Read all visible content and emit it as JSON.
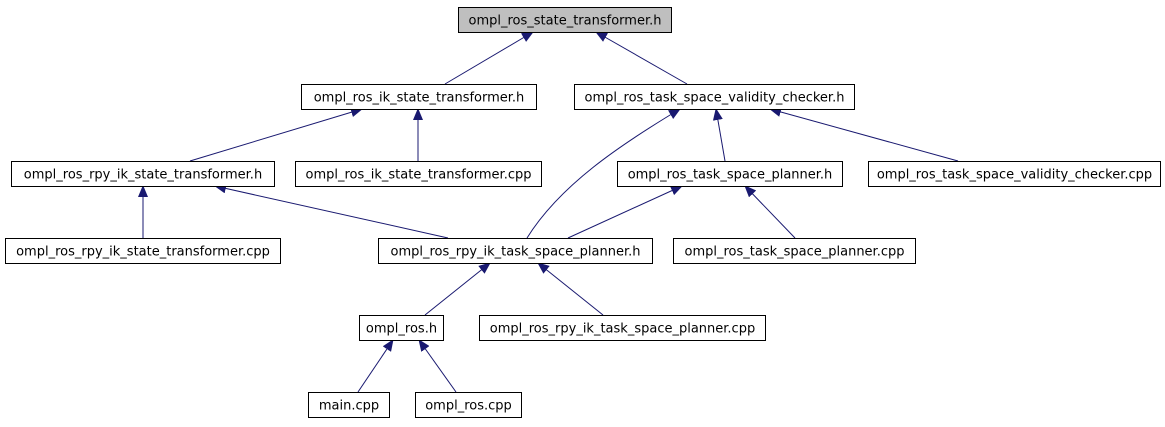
{
  "colors": {
    "edge": "#191970",
    "node_fill": "#ffffff",
    "root_fill": "#bfbfbf",
    "border": "#000000"
  },
  "nodes": [
    {
      "id": "ompl_ros_state_transformer_h",
      "label": "ompl_ros_state_transformer.h",
      "root": true
    },
    {
      "id": "ompl_ros_ik_state_transformer_h",
      "label": "ompl_ros_ik_state_transformer.h"
    },
    {
      "id": "ompl_ros_task_space_validity_checker_h",
      "label": "ompl_ros_task_space_validity_checker.h"
    },
    {
      "id": "ompl_ros_rpy_ik_state_transformer_h",
      "label": "ompl_ros_rpy_ik_state_transformer.h"
    },
    {
      "id": "ompl_ros_ik_state_transformer_cpp",
      "label": "ompl_ros_ik_state_transformer.cpp"
    },
    {
      "id": "ompl_ros_task_space_planner_h",
      "label": "ompl_ros_task_space_planner.h"
    },
    {
      "id": "ompl_ros_task_space_validity_checker_cpp",
      "label": "ompl_ros_task_space_validity_checker.cpp"
    },
    {
      "id": "ompl_ros_rpy_ik_state_transformer_cpp",
      "label": "ompl_ros_rpy_ik_state_transformer.cpp"
    },
    {
      "id": "ompl_ros_rpy_ik_task_space_planner_h",
      "label": "ompl_ros_rpy_ik_task_space_planner.h"
    },
    {
      "id": "ompl_ros_task_space_planner_cpp",
      "label": "ompl_ros_task_space_planner.cpp"
    },
    {
      "id": "ompl_ros_h",
      "label": "ompl_ros.h"
    },
    {
      "id": "ompl_ros_rpy_ik_task_space_planner_cpp",
      "label": "ompl_ros_rpy_ik_task_space_planner.cpp"
    },
    {
      "id": "main_cpp",
      "label": "main.cpp"
    },
    {
      "id": "ompl_ros_cpp",
      "label": "ompl_ros.cpp"
    }
  ],
  "edges": [
    {
      "from": "ompl_ros_ik_state_transformer_h",
      "to": "ompl_ros_state_transformer_h"
    },
    {
      "from": "ompl_ros_task_space_validity_checker_h",
      "to": "ompl_ros_state_transformer_h"
    },
    {
      "from": "ompl_ros_rpy_ik_state_transformer_h",
      "to": "ompl_ros_ik_state_transformer_h"
    },
    {
      "from": "ompl_ros_ik_state_transformer_cpp",
      "to": "ompl_ros_ik_state_transformer_h"
    },
    {
      "from": "ompl_ros_task_space_planner_h",
      "to": "ompl_ros_task_space_validity_checker_h"
    },
    {
      "from": "ompl_ros_task_space_validity_checker_cpp",
      "to": "ompl_ros_task_space_validity_checker_h"
    },
    {
      "from": "ompl_ros_rpy_ik_task_space_planner_h",
      "to": "ompl_ros_task_space_validity_checker_h"
    },
    {
      "from": "ompl_ros_rpy_ik_state_transformer_cpp",
      "to": "ompl_ros_rpy_ik_state_transformer_h"
    },
    {
      "from": "ompl_ros_rpy_ik_task_space_planner_h",
      "to": "ompl_ros_rpy_ik_state_transformer_h"
    },
    {
      "from": "ompl_ros_rpy_ik_task_space_planner_h",
      "to": "ompl_ros_task_space_planner_h"
    },
    {
      "from": "ompl_ros_task_space_planner_cpp",
      "to": "ompl_ros_task_space_planner_h"
    },
    {
      "from": "ompl_ros_h",
      "to": "ompl_ros_rpy_ik_task_space_planner_h"
    },
    {
      "from": "ompl_ros_rpy_ik_task_space_planner_cpp",
      "to": "ompl_ros_rpy_ik_task_space_planner_h"
    },
    {
      "from": "main_cpp",
      "to": "ompl_ros_h"
    },
    {
      "from": "ompl_ros_cpp",
      "to": "ompl_ros_h"
    }
  ]
}
